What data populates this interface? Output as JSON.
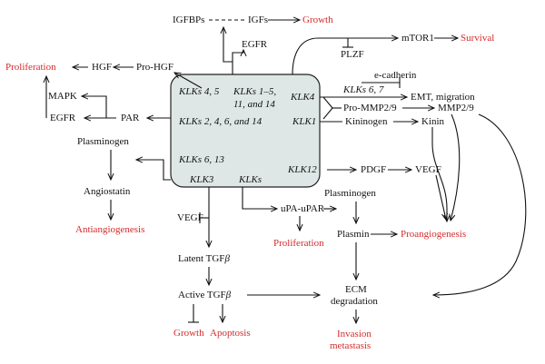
{
  "center": {
    "klk45": "KLKs 4, 5",
    "klk1_5_l1": "KLKs 1–5,",
    "klk1_5_l2": "11, and 14",
    "klk4": "KLK4",
    "klk2_4_6": "KLKs 2, 4, 6, and 14",
    "klk1": "KLK1",
    "klk6_13": "KLKs 6, 13",
    "klk12": "KLK12",
    "klk3": "KLK3",
    "klks": "KLKs"
  },
  "nodes": {
    "igfbps": "IGFBPs",
    "igfs": "IGFs",
    "growth_top": "Growth",
    "egfr_top": "EGFR",
    "mtor1": "mTOR1",
    "survival": "Survival",
    "plzf": "PLZF",
    "proliferation_left": "Proliferation",
    "hgf": "HGF",
    "pro_hgf": "Pro-HGF",
    "mapk": "MAPK",
    "egfr_left": "EGFR",
    "par": "PAR",
    "e_cadherin": "e-cadherin",
    "klk67": "KLKs 6, 7",
    "emt": "EMT, migration",
    "pro_mmp": "Pro-MMP2/9",
    "mmp": "MMP2/9",
    "kininogen": "Kininogen",
    "kinin": "Kinin",
    "plasminogen_left": "Plasminogen",
    "angiostatin": "Angiostatin",
    "antiangiogenesis": "Antiangiogenesis",
    "pdgf": "PDGF",
    "vegf_right": "VEGF",
    "plasminogen_mid": "Plasminogen",
    "upa_upar": "uPA-uPAR",
    "proliferation_mid": "Proliferation",
    "plasmin": "Plasmin",
    "proangiogenesis": "Proangiogenesis",
    "vegf_left": "VEGF",
    "latent_tgf": "Latent TGF",
    "active_tgf": "Active TGF",
    "beta": "β",
    "growth_bottom": "Growth",
    "apoptosis": "Apoptosis",
    "ecm_1": "ECM",
    "ecm_2": "degradation",
    "invasion": "Invasion",
    "metastasis": "metastasis"
  },
  "colors": {
    "outcome": "#d42a2a",
    "box_fill": "#dfe6e6",
    "line": "#111111"
  }
}
